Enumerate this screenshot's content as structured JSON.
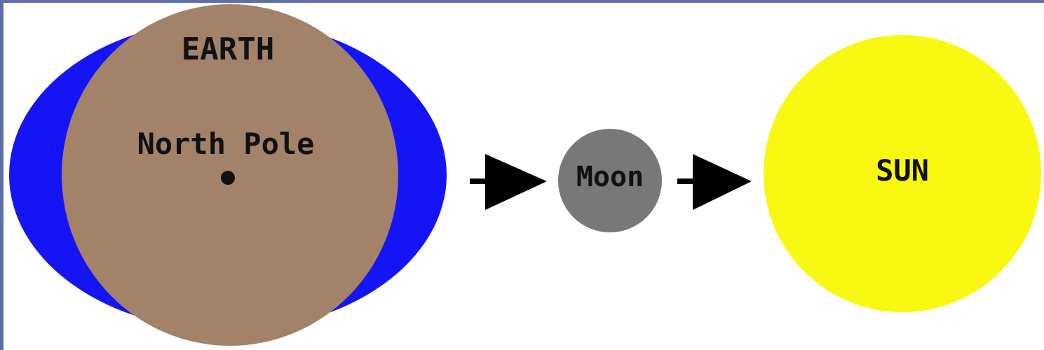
{
  "colors": {
    "frame": "#5E6FA8",
    "ocean": "#1414F5",
    "earth_land": "#A3826A",
    "north_pole_dot": "#111111",
    "arrow": "#000000",
    "moon": "#787878",
    "sun": "#F8F812",
    "text": "#111111"
  },
  "labels": {
    "earth": "EARTH",
    "north_pole": "North Pole",
    "moon": "Moon",
    "sun": "SUN"
  },
  "icons": {
    "arrow_1": "right-arrow",
    "arrow_2": "right-arrow"
  }
}
